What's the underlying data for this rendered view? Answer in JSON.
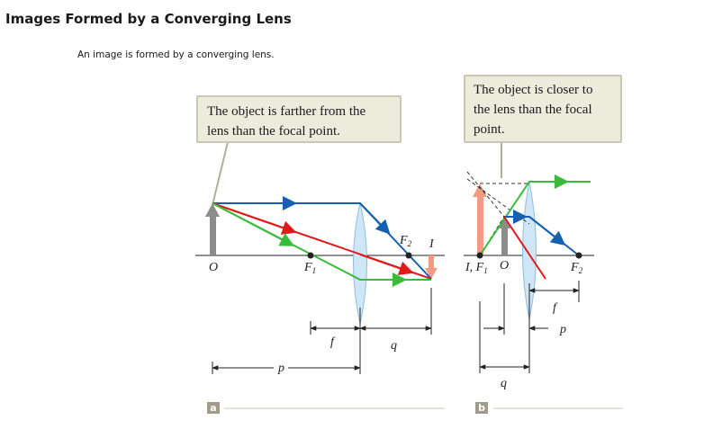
{
  "page": {
    "title": "Images Formed by a Converging Lens",
    "subtitle": "An image is formed by a converging lens."
  },
  "panel_a": {
    "badge": "a",
    "callout": "The object is farther from the lens than the focal point.",
    "labels": {
      "object": "O",
      "f1": "F",
      "f1_sub": "1",
      "f2": "F",
      "f2_sub": "2",
      "image": "I",
      "f": "f",
      "q": "q",
      "p": "p"
    }
  },
  "panel_b": {
    "badge": "b",
    "callout": "The object is closer to the lens than the focal point.",
    "labels": {
      "image_focal": "I, F",
      "image_focal_sub": "1",
      "object": "O",
      "f2": "F",
      "f2_sub": "2",
      "f": "f",
      "p": "p",
      "q": "q"
    }
  },
  "colors": {
    "blue_ray": "#1560b0",
    "red_ray": "#e01a1a",
    "green_ray": "#3cba3c",
    "object_arrow": "#888888",
    "image_arrow": "#f29a82",
    "lens": "#cfe6f6"
  }
}
